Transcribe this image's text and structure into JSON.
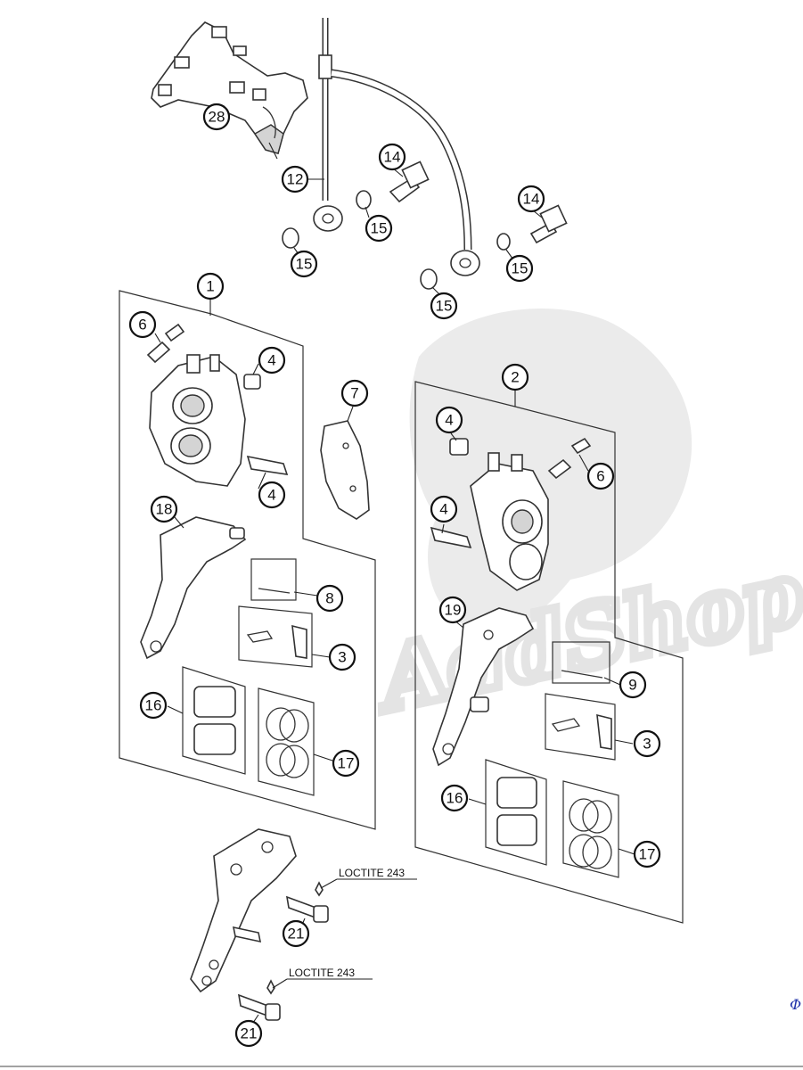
{
  "callouts": {
    "c1": "1",
    "c2": "2",
    "c3a": "3",
    "c3b": "3",
    "c4a": "4",
    "c4b": "4",
    "c4c": "4",
    "c4d": "4",
    "c6a": "6",
    "c6b": "6",
    "c7": "7",
    "c8": "8",
    "c9": "9",
    "c12": "12",
    "c14a": "14",
    "c14b": "14",
    "c15a": "15",
    "c15b": "15",
    "c15c": "15",
    "c15d": "15",
    "c16a": "16",
    "c16b": "16",
    "c17a": "17",
    "c17b": "17",
    "c18": "18",
    "c19": "19",
    "c21a": "21",
    "c21b": "21",
    "c28": "28"
  },
  "notes": {
    "loctite_upper": "LOCTITE 243",
    "loctite_lower": "LOCTITE 243"
  },
  "watermark": {
    "text": "AddShop"
  },
  "corner_mark": "Φ"
}
